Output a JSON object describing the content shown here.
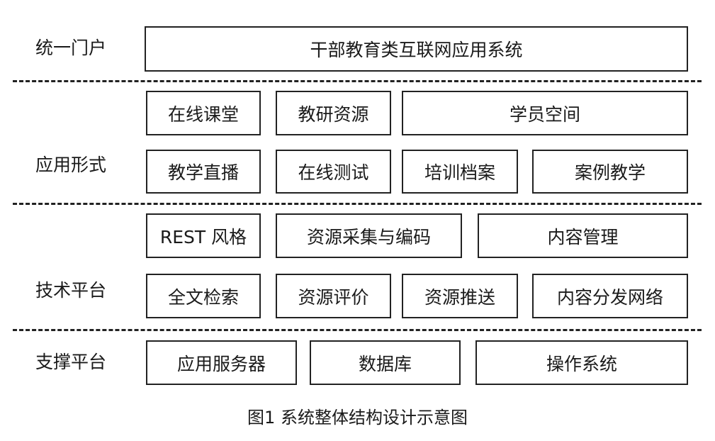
{
  "layers": {
    "portal": {
      "label": "统一门户",
      "boxes": [
        "干部教育类互联网应用系统"
      ]
    },
    "application": {
      "label": "应用形式",
      "row1": [
        "在线课堂",
        "教研资源",
        "学员空间"
      ],
      "row2": [
        "教学直播",
        "在线测试",
        "培训档案",
        "案例教学"
      ]
    },
    "technology": {
      "label": "技术平台",
      "row1": [
        "REST 风格",
        "资源采集与编码",
        "内容管理"
      ],
      "row2": [
        "全文检索",
        "资源评价",
        "资源推送",
        "内容分发网络"
      ]
    },
    "support": {
      "label": "支撑平台",
      "boxes": [
        "应用服务器",
        "数据库",
        "操作系统"
      ]
    }
  },
  "caption": "图1  系统整体结构设计示意图"
}
